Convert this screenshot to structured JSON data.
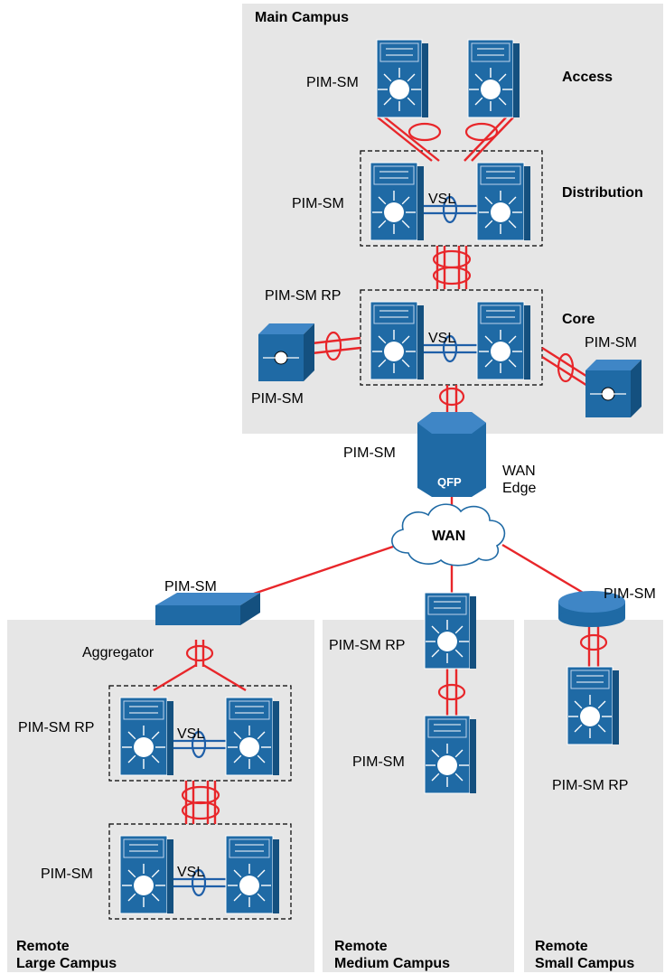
{
  "zones": {
    "main_campus": "Main Campus",
    "remote_large": [
      "Remote",
      "Large Campus"
    ],
    "remote_medium": [
      "Remote",
      "Medium Campus"
    ],
    "remote_small": [
      "Remote",
      "Small Campus"
    ]
  },
  "layers": {
    "access": "Access",
    "distribution": "Distribution",
    "core": "Core"
  },
  "labels": {
    "access_pim": "PIM-SM",
    "distribution_pim": "PIM-SM",
    "core_rp": "PIM-SM RP",
    "core_left_pim": "PIM-SM",
    "core_right_pim": "PIM-SM",
    "wan_edge_pim": "PIM-SM",
    "wan_edge": [
      "WAN",
      "Edge"
    ],
    "wan": "WAN",
    "qfp": "QFP",
    "vsl_distribution": "VSL",
    "vsl_core": "VSL",
    "aggregator_pim": "PIM-SM",
    "aggregator": "Aggregator",
    "large_rp": "PIM-SM RP",
    "large_vsl_top": "VSL",
    "large_pim": "PIM-SM",
    "large_vsl_bottom": "VSL",
    "medium_rp": "PIM-SM RP",
    "medium_pim": "PIM-SM",
    "small_router_pim": "PIM-SM",
    "small_rp": "PIM-SM RP"
  },
  "colors": {
    "zone_bg": "#e6e6e6",
    "device": "#1f6aa5",
    "device_dark": "#14507f",
    "link": "#e8262a",
    "vsl_link": "#1f5fa8"
  }
}
